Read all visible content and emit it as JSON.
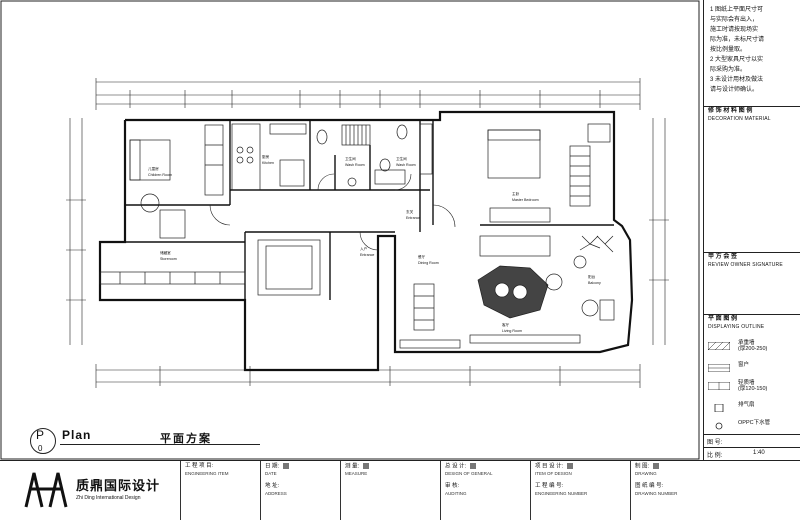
{
  "notes": [
    "1 图纸上平面尺寸可",
    "与实际会有出入，",
    "施工时请按现场实",
    "际为准，未标尺寸请",
    "按比例量取。",
    "2 大型家具尺寸以实",
    "际采购为准。",
    "3 未设计用材及做法",
    "请与设计师确认。"
  ],
  "panels": {
    "material_title": "修 饰 材 料 图 例",
    "material_en": "DECORATION MATERIAL",
    "owner_title": "甲 方 会 签",
    "owner_en": "REVIEW OWNER SIGNATURE",
    "legend_title": "平 面 图 例",
    "legend_en": "DISPLAYING OUTLINE"
  },
  "legend": [
    {
      "label": "承重墙",
      "sub": "(厚200-250)"
    },
    {
      "label": "窗户",
      "sub": ""
    },
    {
      "label": "轻质墙",
      "sub": "(厚120-150)"
    },
    {
      "label": "排气扇",
      "sub": ""
    },
    {
      "label": "OPPC下水管",
      "sub": ""
    }
  ],
  "meta": {
    "number_label": "图 号:",
    "scale_label": "比 例:",
    "scale_value": "1:40"
  },
  "plan": {
    "mark_letter": "P",
    "mark_number": "0",
    "title_en": "Plan",
    "title_cn": "平面方案"
  },
  "brand": {
    "name": "质鼎国际设计",
    "en": "Zhi Ding International Design"
  },
  "title_block": [
    {
      "label": "工 程 项 目:",
      "sub": "ENGINEERING ITEM"
    },
    {
      "label": "日 期:",
      "sub": "DATE"
    },
    {
      "label": "测 量:",
      "sub": "MEASURE"
    },
    {
      "label": "总 设 计:",
      "sub": "DESIGN OF GENERAL"
    },
    {
      "label": "项 目 设 计:",
      "sub": "ITEM OF DESIGN"
    },
    {
      "label": "制 图:",
      "sub": "DRAWING"
    }
  ],
  "title_block_row2": [
    {
      "label": "地 址:",
      "sub": "ADDRESS"
    },
    {
      "label": "审 核:",
      "sub": "AUDITING"
    },
    {
      "label": "工 程 编 号:",
      "sub": "ENGINEERING NUMBER"
    },
    {
      "label": "图 纸 编 号:",
      "sub": "DRAWING NUMBER"
    }
  ],
  "rooms": [
    {
      "name": "儿童房",
      "en": "Children Room"
    },
    {
      "name": "厨房",
      "en": "Kitchen"
    },
    {
      "name": "卫生间",
      "en": "Wash Room"
    },
    {
      "name": "卫生间",
      "en": "Wash Room"
    },
    {
      "name": "主卧",
      "en": "Master Bedroom"
    },
    {
      "name": "储藏室",
      "en": "Storeroom"
    },
    {
      "name": "玄关",
      "en": "Entrance"
    },
    {
      "name": "入户",
      "en": "Entrance"
    },
    {
      "name": "餐厅",
      "en": "Dining Room"
    },
    {
      "name": "客厅",
      "en": "Living Room"
    },
    {
      "name": "阳台",
      "en": "Balcony"
    }
  ]
}
